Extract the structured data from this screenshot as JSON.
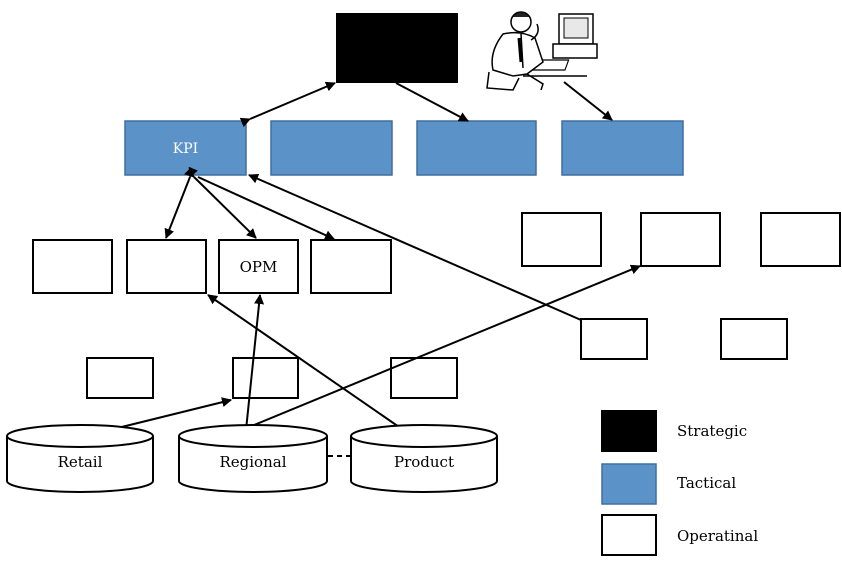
{
  "nodes": {
    "kpi_label": "KPI",
    "opm_label": "OPM"
  },
  "databases": {
    "retail": "Retail",
    "regional": "Regional",
    "product": "Product"
  },
  "legend": {
    "strategic": "Strategic",
    "tactical": "Tactical",
    "operational": "Operatinal"
  },
  "colors": {
    "strategic": "#000000",
    "tactical": "#5b93c9",
    "operational": "#ffffff"
  },
  "icons": {
    "user": "person-at-computer-icon"
  }
}
